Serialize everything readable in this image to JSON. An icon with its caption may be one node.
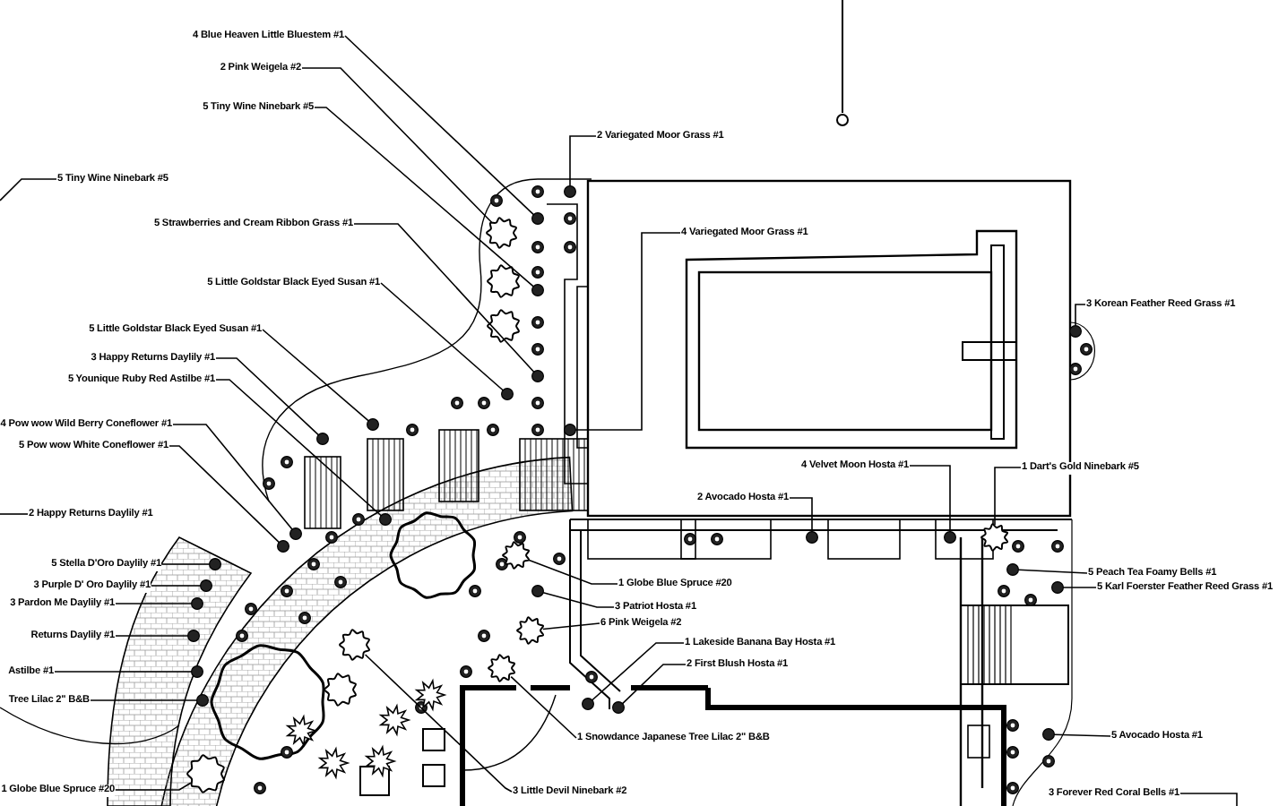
{
  "diagram": {
    "nodes": [
      {
        "text": [
          "4 Blue Heaven Little Bluestem #1"
        ]
      },
      {
        "text": [
          "2 Pink Weigela #2"
        ]
      },
      {
        "text": [
          "5 Tiny Wine Ninebark #5"
        ]
      },
      {
        "text": [
          "5 Tiny Wine Ninebark #5"
        ]
      },
      {
        "text": [
          "5 Strawberries and Cream Ribbon Grass #1"
        ]
      },
      {
        "text": [
          "5 Little Goldstar Black Eyed Susan #1"
        ]
      },
      {
        "text": [
          "5 Little Goldstar Black Eyed Susan #1"
        ]
      },
      {
        "text": [
          "3 Happy Returns Daylily #1"
        ]
      },
      {
        "text": [
          "5 Younique Ruby Red Astilbe #1"
        ]
      },
      {
        "text": [
          "4 Pow wow Wild Berry Coneflower #1"
        ]
      },
      {
        "text": [
          "5 Pow wow White Coneflower #1"
        ]
      },
      {
        "text": [
          "2 Happy Returns Daylily #1"
        ]
      },
      {
        "text": [
          "5 Stella D'Oro Daylily #1"
        ]
      },
      {
        "text": [
          "3 Purple D' Oro Daylily #1"
        ]
      },
      {
        "text": [
          "3 Pardon Me Daylily #1"
        ]
      },
      {
        "text": [
          "Returns Daylily #1"
        ]
      },
      {
        "text": [
          "Astilbe #1"
        ]
      },
      {
        "text": [
          "Tree Lilac 2\" B&B"
        ]
      },
      {
        "text": [
          "1 Globe Blue Spruce #20"
        ]
      },
      {
        "text": [
          "3 Little Devil Ninebark #2"
        ]
      },
      {
        "text": [
          "2 Variegated Moor Grass #1"
        ]
      },
      {
        "text": [
          "4 Variegated Moor Grass #1"
        ]
      },
      {
        "text": [
          "3 Korean Feather Reed Grass #1"
        ]
      },
      {
        "text": [
          "4 Velvet Moon Hosta #1"
        ]
      },
      {
        "text": [
          "1 Dart's Gold Ninebark #5"
        ]
      },
      {
        "text": [
          "2 Avocado Hosta #1"
        ]
      },
      {
        "text": [
          "5 Peach Tea Foamy Bells #1"
        ]
      },
      {
        "text": [
          "5 Karl Foerster Feather Reed Grass #1"
        ]
      },
      {
        "text": [
          "1 Globe Blue Spruce #20"
        ]
      },
      {
        "text": [
          "3 Patriot Hosta #1"
        ]
      },
      {
        "text": [
          "6 Pink Weigela #2"
        ]
      },
      {
        "text": [
          "1 Lakeside Banana Bay Hosta #1"
        ]
      },
      {
        "text": [
          "2 First Blush Hosta #1"
        ]
      },
      {
        "text": [
          "1 Snowdance Japanese Tree Lilac 2\" B&B"
        ]
      },
      {
        "text": [
          "5 Avocado Hosta #1"
        ]
      },
      {
        "text": [
          "3 Forever Red Coral Bells #1"
        ]
      },
      {
        "text": [],
        "shape": "circle"
      },
      {
        "text": [],
        "shape": "circle"
      },
      {
        "text": [],
        "shape": "circle"
      },
      {
        "text": [],
        "shape": "circle"
      },
      {
        "text": [],
        "shape": "circle"
      },
      {
        "text": [],
        "shape": "circle"
      },
      {
        "text": [],
        "shape": "circle"
      },
      {
        "text": [],
        "shape": "circle"
      },
      {
        "text": [],
        "shape": "circle"
      },
      {
        "text": [],
        "shape": "circle"
      },
      {
        "text": [],
        "shape": "circle"
      },
      {
        "text": [],
        "shape": "circle"
      },
      {
        "text": [],
        "shape": "circle"
      },
      {
        "text": [],
        "shape": "circle"
      },
      {
        "text": [],
        "shape": "circle"
      },
      {
        "text": [],
        "shape": "circle"
      },
      {
        "text": [],
        "shape": "circle"
      },
      {
        "text": [],
        "shape": "circle"
      },
      {
        "text": [],
        "shape": "circle"
      },
      {
        "text": [],
        "shape": "circle"
      },
      {
        "text": [],
        "shape": "circle"
      },
      {
        "text": [],
        "shape": "circle"
      },
      {
        "text": [],
        "shape": "circle"
      },
      {
        "text": [],
        "shape": "circle"
      },
      {
        "text": [],
        "shape": "circle"
      },
      {
        "text": [],
        "shape": "circle"
      },
      {
        "text": [],
        "shape": "circle"
      },
      {
        "text": [],
        "shape": "circle"
      },
      {
        "text": [],
        "shape": "circle"
      },
      {
        "text": [],
        "shape": "circle"
      },
      {
        "text": [],
        "shape": "circle"
      },
      {
        "text": [],
        "shape": "circle"
      },
      {
        "text": [],
        "shape": "circle"
      }
    ],
    "edges": [
      {
        "from": 0,
        "to": 36,
        "arrow": "none"
      },
      {
        "from": 1,
        "to": 37,
        "arrow": "none"
      },
      {
        "from": 2,
        "to": 38,
        "arrow": "none"
      },
      {
        "from": 3,
        "to": null,
        "arrow": "none"
      },
      {
        "from": 4,
        "to": 39,
        "arrow": "none"
      },
      {
        "from": 5,
        "to": 40,
        "arrow": "none"
      },
      {
        "from": 6,
        "to": 41,
        "arrow": "none"
      },
      {
        "from": 7,
        "to": 42,
        "arrow": "none"
      },
      {
        "from": 8,
        "to": 43,
        "arrow": "none"
      },
      {
        "from": 9,
        "to": 44,
        "arrow": "none"
      },
      {
        "from": 10,
        "to": 45,
        "arrow": "none"
      },
      {
        "from": 11,
        "to": null,
        "arrow": "none"
      },
      {
        "from": 12,
        "to": 46,
        "arrow": "none"
      },
      {
        "from": 13,
        "to": 47,
        "arrow": "none"
      },
      {
        "from": 14,
        "to": 48,
        "arrow": "none"
      },
      {
        "from": 15,
        "to": 49,
        "arrow": "none"
      },
      {
        "from": 16,
        "to": 50,
        "arrow": "none"
      },
      {
        "from": 17,
        "to": 51,
        "arrow": "none"
      },
      {
        "from": 18,
        "to": 52,
        "arrow": "none"
      },
      {
        "from": 19,
        "to": 53,
        "arrow": "none"
      },
      {
        "from": 20,
        "to": 54,
        "arrow": "none"
      },
      {
        "from": 21,
        "to": 55,
        "arrow": "none"
      },
      {
        "from": 22,
        "to": 56,
        "arrow": "none"
      },
      {
        "from": 23,
        "to": 57,
        "arrow": "none"
      },
      {
        "from": 24,
        "to": 58,
        "arrow": "none"
      },
      {
        "from": 25,
        "to": 59,
        "arrow": "none"
      },
      {
        "from": 26,
        "to": 60,
        "arrow": "none"
      },
      {
        "from": 27,
        "to": 61,
        "arrow": "none"
      },
      {
        "from": 28,
        "to": 62,
        "arrow": "none"
      },
      {
        "from": 29,
        "to": 63,
        "arrow": "none"
      },
      {
        "from": 30,
        "to": 64,
        "arrow": "none"
      },
      {
        "from": 31,
        "to": 65,
        "arrow": "none"
      },
      {
        "from": 32,
        "to": 66,
        "arrow": "none"
      },
      {
        "from": 33,
        "to": 67,
        "arrow": "none"
      },
      {
        "from": 34,
        "to": 68,
        "arrow": "none"
      },
      {
        "from": 35,
        "to": null,
        "arrow": "none"
      }
    ]
  }
}
